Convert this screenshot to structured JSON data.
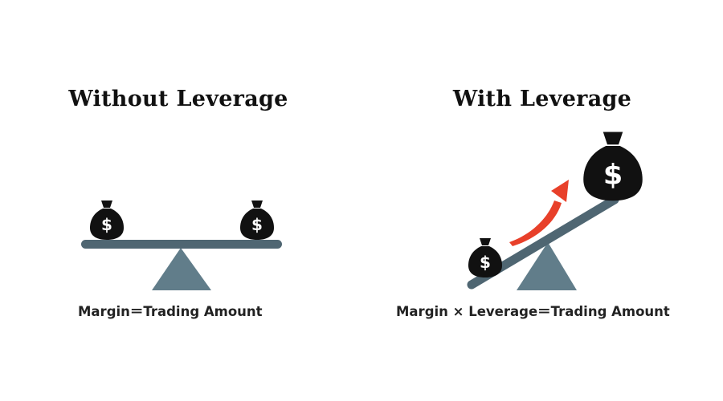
{
  "left": {
    "title": "Without Leverage",
    "caption": "Margin＝Trading Amount",
    "bag_symbol": "$"
  },
  "right": {
    "title": "With Leverage",
    "caption": "Margin × Leverage＝Trading Amount",
    "bag_symbol": "$"
  },
  "colors": {
    "beam": "#4f6672",
    "fulcrum": "#617d8a",
    "bag": "#111111",
    "arrow": "#e8402a",
    "title": "#111111",
    "caption": "#222222"
  }
}
